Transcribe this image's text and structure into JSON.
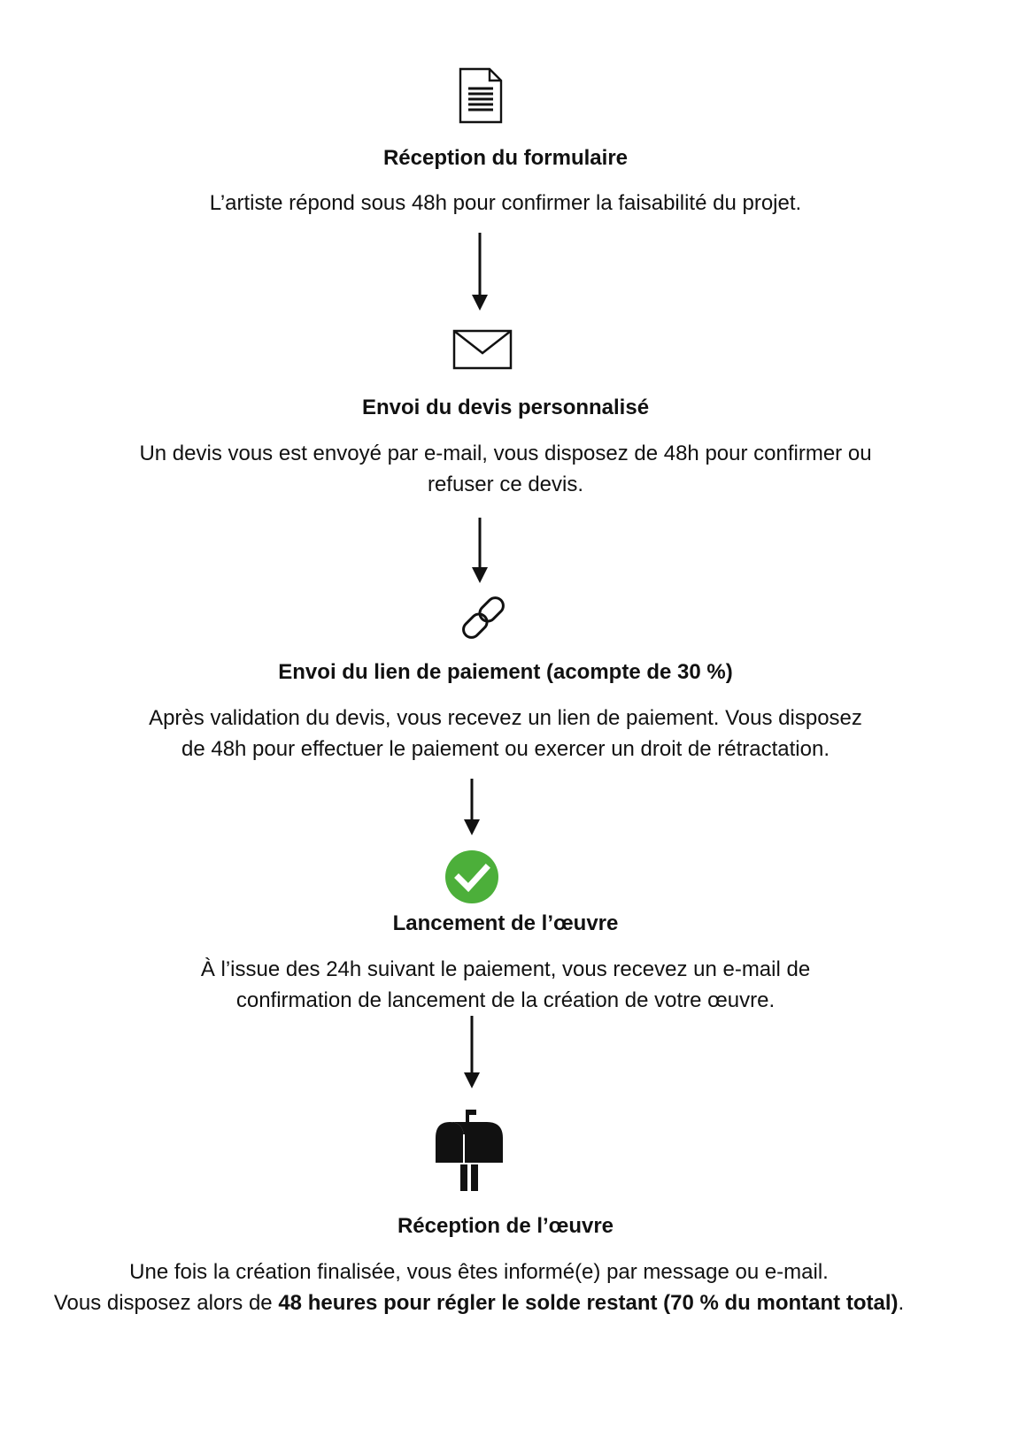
{
  "steps": [
    {
      "icon": "document-icon",
      "title": "Réception du formulaire",
      "lines": [
        "L’artiste répond sous 48h pour confirmer la faisabilité du projet."
      ]
    },
    {
      "icon": "envelope-icon",
      "title": "Envoi du devis personnalisé",
      "lines": [
        "Un devis vous est envoyé par e-mail, vous disposez de 48h pour confirmer ou",
        "refuser ce devis."
      ]
    },
    {
      "icon": "link-icon",
      "title": "Envoi du lien de paiement (acompte de 30 %)",
      "lines": [
        "Après validation du devis, vous recevez un lien de paiement. Vous disposez",
        "de 48h pour effectuer le paiement ou exercer un droit de rétractation."
      ]
    },
    {
      "icon": "check-circle-icon",
      "title": "Lancement de l’œuvre",
      "lines": [
        "À l’issue des 24h suivant le paiement, vous recevez un e-mail de",
        "confirmation de lancement de la création de votre œuvre."
      ]
    },
    {
      "icon": "mailbox-icon",
      "title": "Réception de l’œuvre",
      "lines": [
        "Une fois la création finalisée, vous êtes informé(e) par message ou e-mail."
      ],
      "last_line": {
        "prefix": "Vous disposez alors de ",
        "bold": "48 heures pour régler le solde restant (70 % du montant total)",
        "suffix": "."
      }
    }
  ],
  "colors": {
    "text": "#111111",
    "check_green": "#4caf3a",
    "background": "#ffffff"
  }
}
